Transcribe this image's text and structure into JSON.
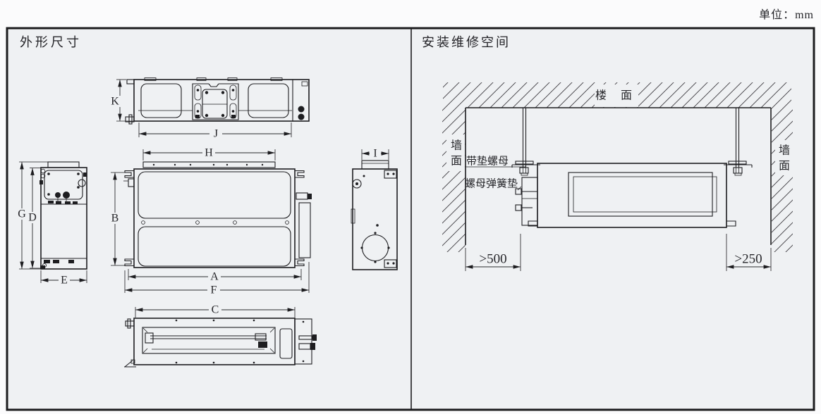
{
  "unit_label": "单位：mm",
  "outline_panel": {
    "title": "外形尺寸",
    "dim_labels": {
      "K": "K",
      "J": "J",
      "H": "H",
      "B": "B",
      "A": "A",
      "F": "F",
      "C": "C",
      "G": "G",
      "D": "D",
      "E": "E",
      "I": "I"
    }
  },
  "install_panel": {
    "title": "安装维修空间",
    "ceiling_label": "楼 面",
    "left_wall_char1": "墙",
    "left_wall_char2": "面",
    "right_wall_char1": "墙",
    "right_wall_char2": "面",
    "hanger_label_top": "带垫螺母",
    "hanger_label_bottom": "螺母弹簧垫",
    "left_clearance": ">500",
    "right_clearance": ">250"
  }
}
